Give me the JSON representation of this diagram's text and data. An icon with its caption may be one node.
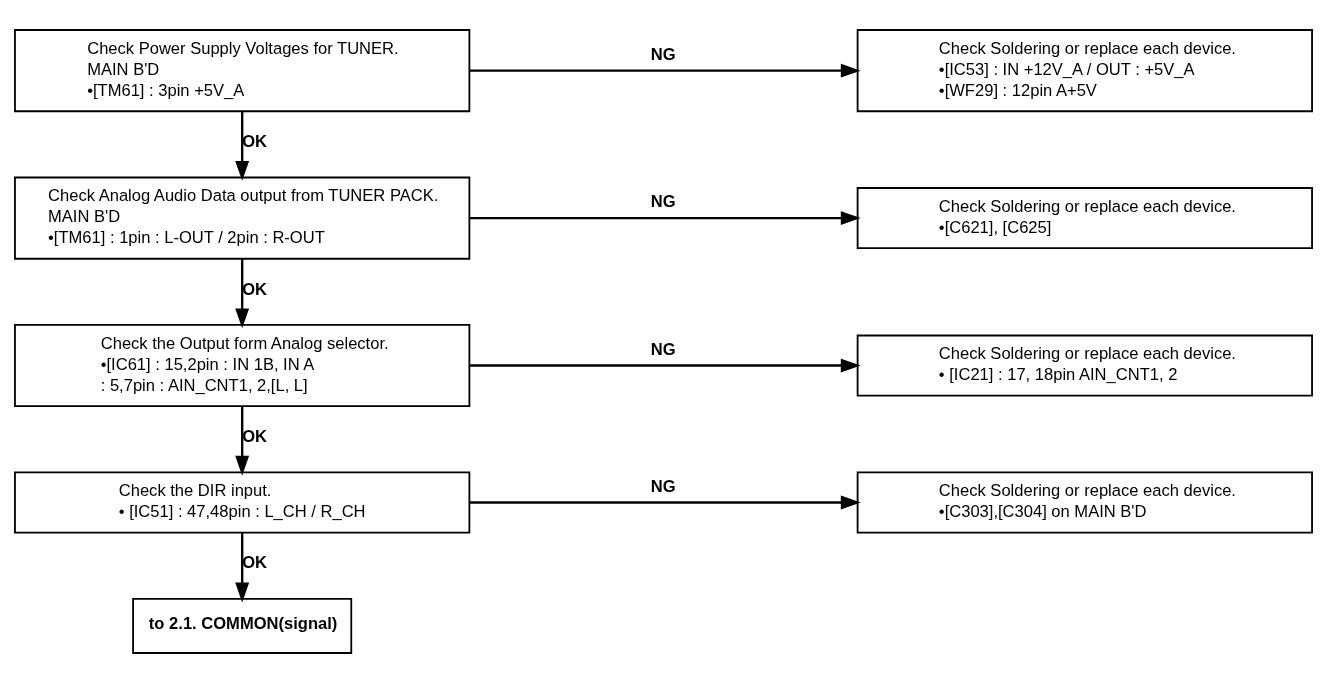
{
  "diagram": {
    "nodes": [
      {
        "text": [
          "Check Power Supply Voltages for TUNER.",
          "MAIN B'D",
          "•[TM61] : 3pin +5V_A"
        ]
      },
      {
        "text": [
          "Check Soldering or replace each device.",
          "•[IC53] : IN +12V_A / OUT : +5V_A",
          "•[WF29] : 12pin A+5V"
        ]
      },
      {
        "text": [
          "Check Analog Audio Data output from TUNER PACK.",
          "MAIN B'D",
          "•[TM61] : 1pin : L-OUT / 2pin : R-OUT"
        ]
      },
      {
        "text": [
          "Check Soldering or replace each device.",
          "•[C621], [C625]"
        ]
      },
      {
        "text": [
          "Check the Output form Analog selector.",
          "•[IC61] : 15,2pin : IN 1B, IN A",
          ": 5,7pin : AIN_CNT1, 2,[L, L]"
        ]
      },
      {
        "text": [
          "Check Soldering or replace each device.",
          "• [IC21] : 17, 18pin AIN_CNT1, 2"
        ]
      },
      {
        "text": [
          "Check the DIR input.",
          "• [IC51] : 47,48pin : L_CH / R_CH"
        ]
      },
      {
        "text": [
          "Check Soldering or replace each device.",
          "•[C303],[C304] on MAIN B'D"
        ]
      },
      {
        "text": [
          "to 2.1. COMMON(signal)"
        ]
      }
    ],
    "edges": [
      {
        "from": 0,
        "to": 1,
        "arrow": "to",
        "label": "NG"
      },
      {
        "from": 0,
        "to": 2,
        "arrow": "to",
        "label": "OK"
      },
      {
        "from": 2,
        "to": 3,
        "arrow": "to",
        "label": "NG"
      },
      {
        "from": 2,
        "to": 4,
        "arrow": "to",
        "label": "OK"
      },
      {
        "from": 4,
        "to": 5,
        "arrow": "to",
        "label": "NG"
      },
      {
        "from": 4,
        "to": 6,
        "arrow": "to",
        "label": "OK"
      },
      {
        "from": 6,
        "to": 7,
        "arrow": "to",
        "label": "NG"
      },
      {
        "from": 6,
        "to": 8,
        "arrow": "to",
        "label": "OK"
      }
    ]
  }
}
